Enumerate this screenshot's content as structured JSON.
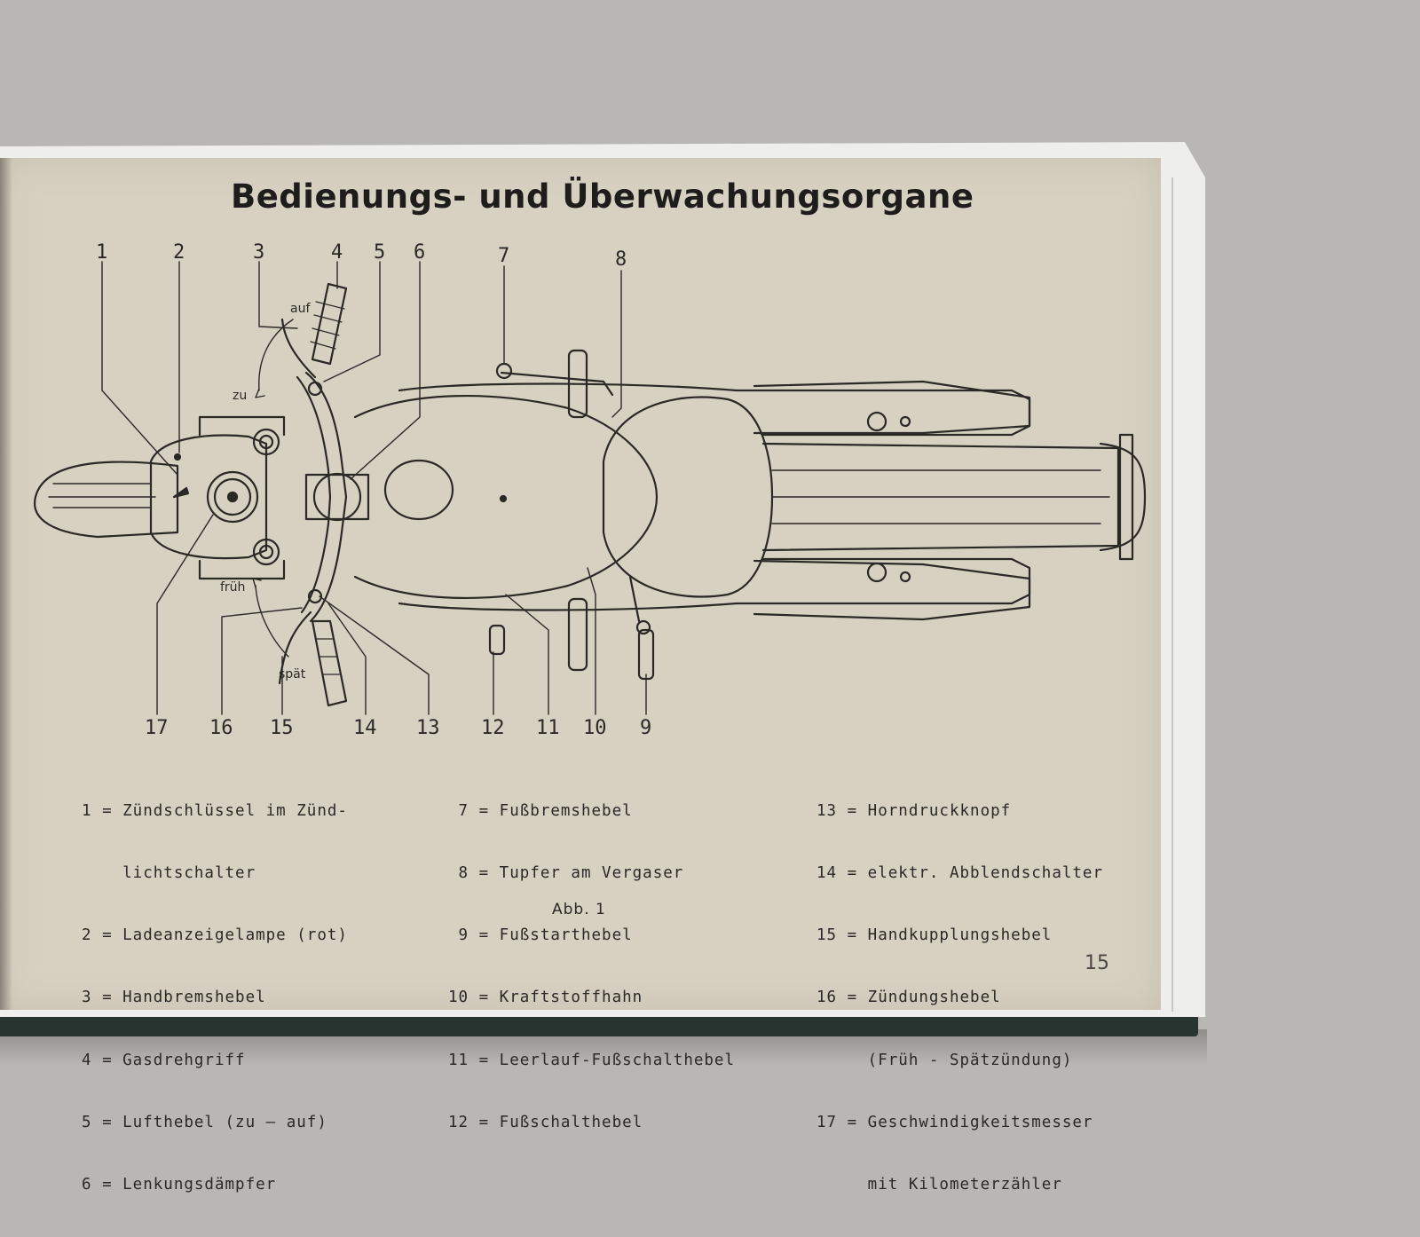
{
  "page": {
    "title": "Bedienungs- und Überwachungsorgane",
    "caption": "Abb. 1",
    "page_number": "15"
  },
  "callouts_top": [
    "1",
    "2",
    "3",
    "4",
    "5",
    "6",
    "7",
    "8"
  ],
  "callouts_bottom": [
    "17",
    "16",
    "15",
    "14",
    "13",
    "12",
    "11",
    "10",
    "9"
  ],
  "directions": {
    "auf": "auf",
    "zu": "zu",
    "frueh": "früh",
    "spaet": "spät"
  },
  "legend": {
    "col1": [
      "1 = Zündschlüssel im Zünd-",
      "    lichtschalter",
      "2 = Ladeanzeigelampe (rot)",
      "3 = Handbremshebel",
      "4 = Gasdrehgriff",
      "5 = Lufthebel (zu — auf)",
      "6 = Lenkungsdämpfer"
    ],
    "col2": [
      " 7 = Fußbremshebel",
      " 8 = Tupfer am Vergaser",
      " 9 = Fußstarthebel",
      "10 = Kraftstoffhahn",
      "11 = Leerlauf-Fußschalthebel",
      "12 = Fußschalthebel"
    ],
    "col3": [
      "13 = Horndruckknopf",
      "14 = elektr. Abblendschalter",
      "15 = Handkupplungshebel",
      "16 = Zündungshebel",
      "     (Früh - Spätzündung)",
      "17 = Geschwindigkeitsmesser",
      "     mit Kilometerzähler"
    ]
  },
  "colors": {
    "paper": "#d7d1c2",
    "ink": "#2a2926",
    "background": "#b9b7b3",
    "cover": "#27342f"
  }
}
